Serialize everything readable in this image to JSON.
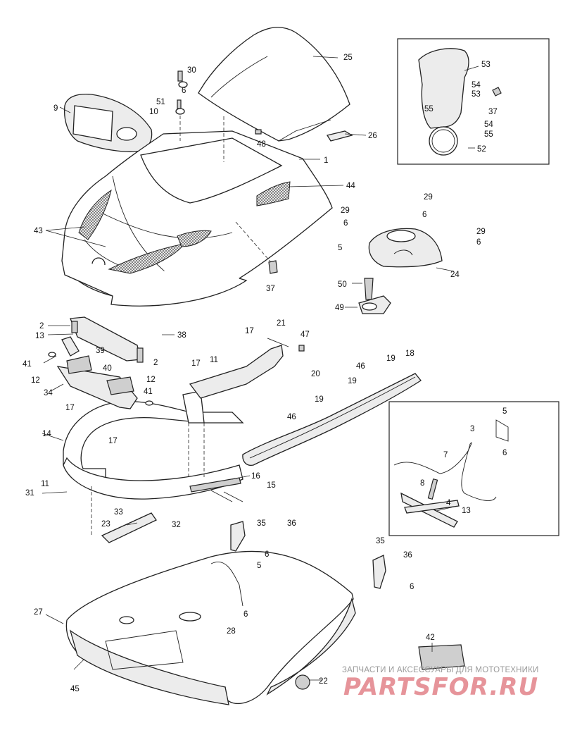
{
  "diagram": {
    "title": "",
    "callouts": [
      {
        "id": "c25",
        "text": "25"
      },
      {
        "id": "c30",
        "text": "30"
      },
      {
        "id": "c6a",
        "text": "6"
      },
      {
        "id": "c51",
        "text": "51"
      },
      {
        "id": "c10",
        "text": "10"
      },
      {
        "id": "c9",
        "text": "9"
      },
      {
        "id": "c26",
        "text": "26"
      },
      {
        "id": "c48",
        "text": "48"
      },
      {
        "id": "c1",
        "text": "1"
      },
      {
        "id": "c44",
        "text": "44"
      },
      {
        "id": "c43",
        "text": "43"
      },
      {
        "id": "c37a",
        "text": "37"
      },
      {
        "id": "c53a",
        "text": "53"
      },
      {
        "id": "c54a",
        "text": "54"
      },
      {
        "id": "c53b",
        "text": "53"
      },
      {
        "id": "c37b",
        "text": "37"
      },
      {
        "id": "c55a",
        "text": "55"
      },
      {
        "id": "c54b",
        "text": "54"
      },
      {
        "id": "c55b",
        "text": "55"
      },
      {
        "id": "c52",
        "text": "52"
      },
      {
        "id": "c29a",
        "text": "29"
      },
      {
        "id": "c29b",
        "text": "29"
      },
      {
        "id": "c6b",
        "text": "6"
      },
      {
        "id": "c6c",
        "text": "6"
      },
      {
        "id": "c29c",
        "text": "29"
      },
      {
        "id": "c6d",
        "text": "6"
      },
      {
        "id": "c5a",
        "text": "5"
      },
      {
        "id": "c24",
        "text": "24"
      },
      {
        "id": "c50",
        "text": "50"
      },
      {
        "id": "c49",
        "text": "49"
      },
      {
        "id": "c2a",
        "text": "2"
      },
      {
        "id": "c13a",
        "text": "13"
      },
      {
        "id": "c38",
        "text": "38"
      },
      {
        "id": "c39",
        "text": "39"
      },
      {
        "id": "c2b",
        "text": "2"
      },
      {
        "id": "c17a",
        "text": "17"
      },
      {
        "id": "c21",
        "text": "21"
      },
      {
        "id": "c47",
        "text": "47"
      },
      {
        "id": "c41a",
        "text": "41"
      },
      {
        "id": "c12a",
        "text": "12"
      },
      {
        "id": "c40",
        "text": "40"
      },
      {
        "id": "c12b",
        "text": "12"
      },
      {
        "id": "c34",
        "text": "34"
      },
      {
        "id": "c41b",
        "text": "41"
      },
      {
        "id": "c17b",
        "text": "17"
      },
      {
        "id": "c17c",
        "text": "17"
      },
      {
        "id": "c11a",
        "text": "11"
      },
      {
        "id": "c17d",
        "text": "17"
      },
      {
        "id": "c20",
        "text": "20"
      },
      {
        "id": "c46a",
        "text": "46"
      },
      {
        "id": "c19a",
        "text": "19"
      },
      {
        "id": "c18",
        "text": "18"
      },
      {
        "id": "c19b",
        "text": "19"
      },
      {
        "id": "c19c",
        "text": "19"
      },
      {
        "id": "c46b",
        "text": "46"
      },
      {
        "id": "c14",
        "text": "14"
      },
      {
        "id": "c16",
        "text": "16"
      },
      {
        "id": "c15",
        "text": "15"
      },
      {
        "id": "c11b",
        "text": "11"
      },
      {
        "id": "c31",
        "text": "31"
      },
      {
        "id": "c33",
        "text": "33"
      },
      {
        "id": "c23",
        "text": "23"
      },
      {
        "id": "c32",
        "text": "32"
      },
      {
        "id": "c5b",
        "text": "5"
      },
      {
        "id": "c3",
        "text": "3"
      },
      {
        "id": "c6e",
        "text": "6"
      },
      {
        "id": "c7",
        "text": "7"
      },
      {
        "id": "c8",
        "text": "8"
      },
      {
        "id": "c4",
        "text": "4"
      },
      {
        "id": "c13b",
        "text": "13"
      },
      {
        "id": "c35a",
        "text": "35"
      },
      {
        "id": "c36a",
        "text": "36"
      },
      {
        "id": "c6f",
        "text": "6"
      },
      {
        "id": "c5c",
        "text": "5"
      },
      {
        "id": "c35b",
        "text": "35"
      },
      {
        "id": "c36b",
        "text": "36"
      },
      {
        "id": "c6g",
        "text": "6"
      },
      {
        "id": "c27",
        "text": "27"
      },
      {
        "id": "c6h",
        "text": "6"
      },
      {
        "id": "c28",
        "text": "28"
      },
      {
        "id": "c42",
        "text": "42"
      },
      {
        "id": "c45",
        "text": "45"
      },
      {
        "id": "c22",
        "text": "22"
      }
    ]
  },
  "watermark": {
    "caption": "ЗАПЧАСТИ И АКСЕССУАРЫ ДЛЯ МОТОТЕХНИКИ",
    "logo": "PARTSFOR.RU"
  }
}
